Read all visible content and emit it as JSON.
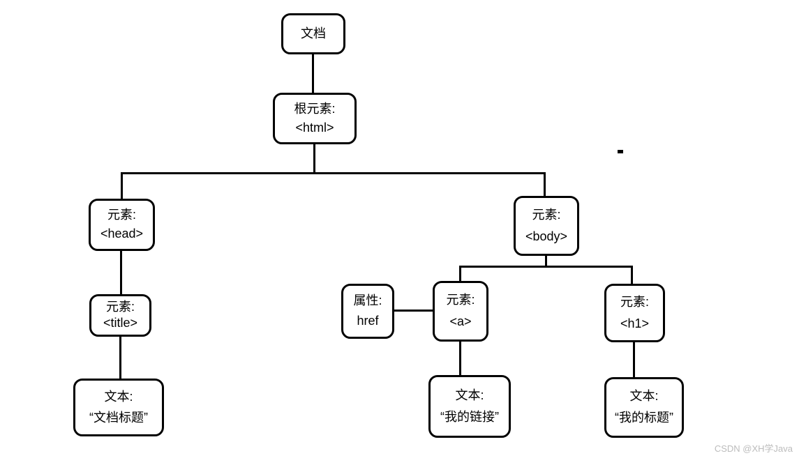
{
  "diagram": {
    "colors": {
      "line": "#000000",
      "background": "#ffffff",
      "watermark_text": "#bcbcbc"
    },
    "nodes": {
      "document": {
        "line1": "文档"
      },
      "html": {
        "line1": "根元素:",
        "line2": "<html>"
      },
      "head": {
        "line1": "元素:",
        "line2": "<head>"
      },
      "title": {
        "line1": "元素:",
        "line2": "<title>"
      },
      "title_text": {
        "line1": "文本:",
        "line2": "“文档标题”"
      },
      "body": {
        "line1": "元素:",
        "line2": "<body>"
      },
      "href_attr": {
        "line1": "属性:",
        "line2": "href"
      },
      "a": {
        "line1": "元素:",
        "line2": "<a>"
      },
      "h1": {
        "line1": "元素:",
        "line2": "<h1>"
      },
      "a_text": {
        "line1": "文本:",
        "line2": "“我的链接”"
      },
      "h1_text": {
        "line1": "文本:",
        "line2": "“我的标题”"
      }
    },
    "watermark": "CSDN @XH学Java"
  }
}
